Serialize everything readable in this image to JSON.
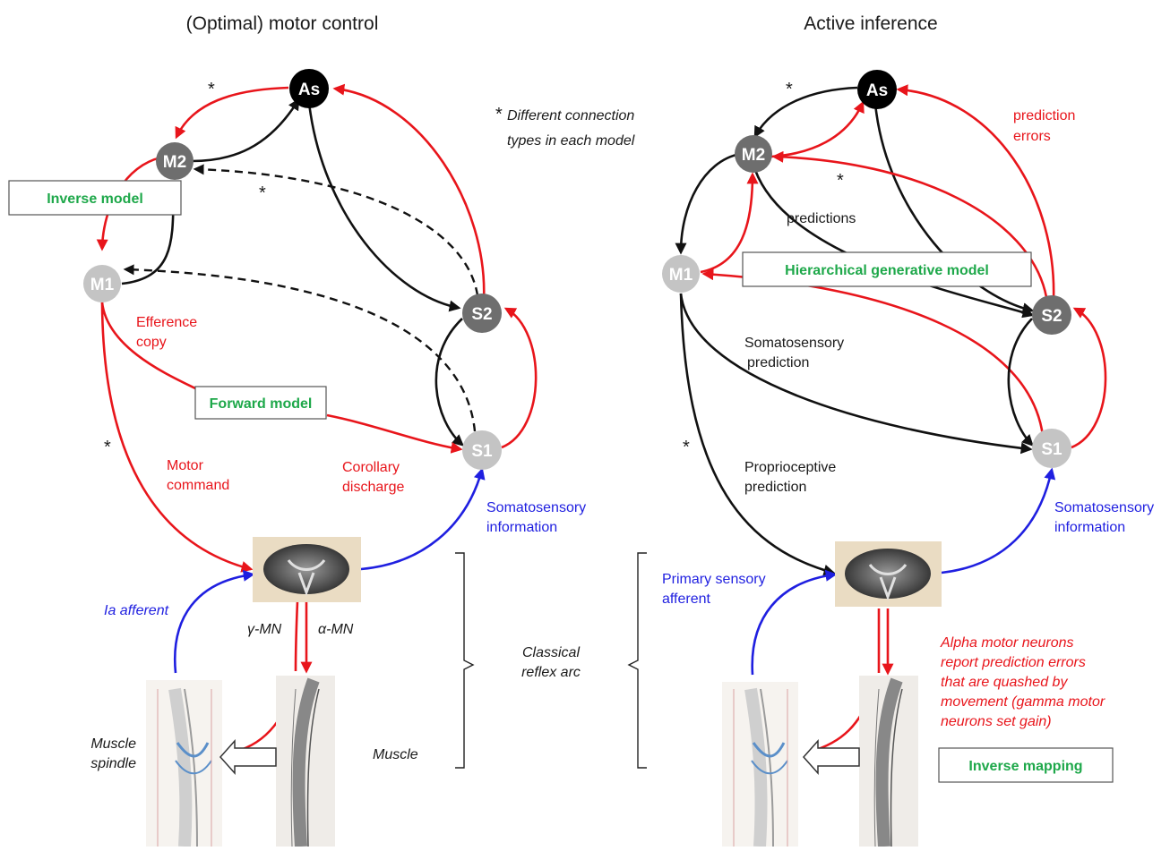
{
  "left_panel": {
    "title": "(Optimal) motor control",
    "nodes": {
      "as": "As",
      "m2": "M2",
      "m1": "M1",
      "s2": "S2",
      "s1": "S1"
    },
    "boxes": {
      "inverse_model": "Inverse model",
      "forward_model": "Forward model"
    },
    "labels": {
      "efference": "Efference",
      "copy": "copy",
      "motor": "Motor",
      "command": "command",
      "corollary": "Corollary",
      "discharge": "discharge",
      "somato1": "Somatosensory",
      "somato2": "information",
      "ia_afferent": "Ia afferent",
      "gamma_mn": "γ-MN",
      "alpha_mn": "α-MN",
      "muscle_spindle1": "Muscle",
      "muscle_spindle2": "spindle",
      "muscle": "Muscle"
    },
    "stars": [
      "*",
      "*",
      "*"
    ]
  },
  "middle": {
    "star": "*",
    "note1": "Different connection",
    "note2": "types in each model",
    "reflex1": "Classical",
    "reflex2": "reflex arc"
  },
  "right_panel": {
    "title": "Active inference",
    "nodes": {
      "as": "As",
      "m2": "M2",
      "m1": "M1",
      "s2": "S2",
      "s1": "S1"
    },
    "boxes": {
      "hierarchical": "Hierarchical generative model",
      "inverse_mapping": "Inverse mapping"
    },
    "labels": {
      "pred_err1": "prediction",
      "pred_err2": "errors",
      "predictions": "predictions",
      "somato_pred1": "Somatosensory",
      "somato_pred2": "prediction",
      "proprio1": "Proprioceptive",
      "proprio2": "prediction",
      "somato_info1": "Somatosensory",
      "somato_info2": "information",
      "primary1": "Primary sensory",
      "primary2": "afferent",
      "alpha1": "Alpha motor neurons",
      "alpha2": "report prediction errors",
      "alpha3": "that are quashed by",
      "alpha4": "movement (gamma motor",
      "alpha5": "neurons set gain)"
    },
    "stars": [
      "*",
      "*",
      "*"
    ]
  },
  "colors": {
    "red": "#e8151b",
    "blue": "#1f1fe0",
    "green": "#1ea84a",
    "as_node": "#000000",
    "m2_node": "#6e6e6e",
    "s2_node": "#6e6e6e",
    "m1_node": "#c4c4c4",
    "s1_node": "#c4c4c4"
  }
}
